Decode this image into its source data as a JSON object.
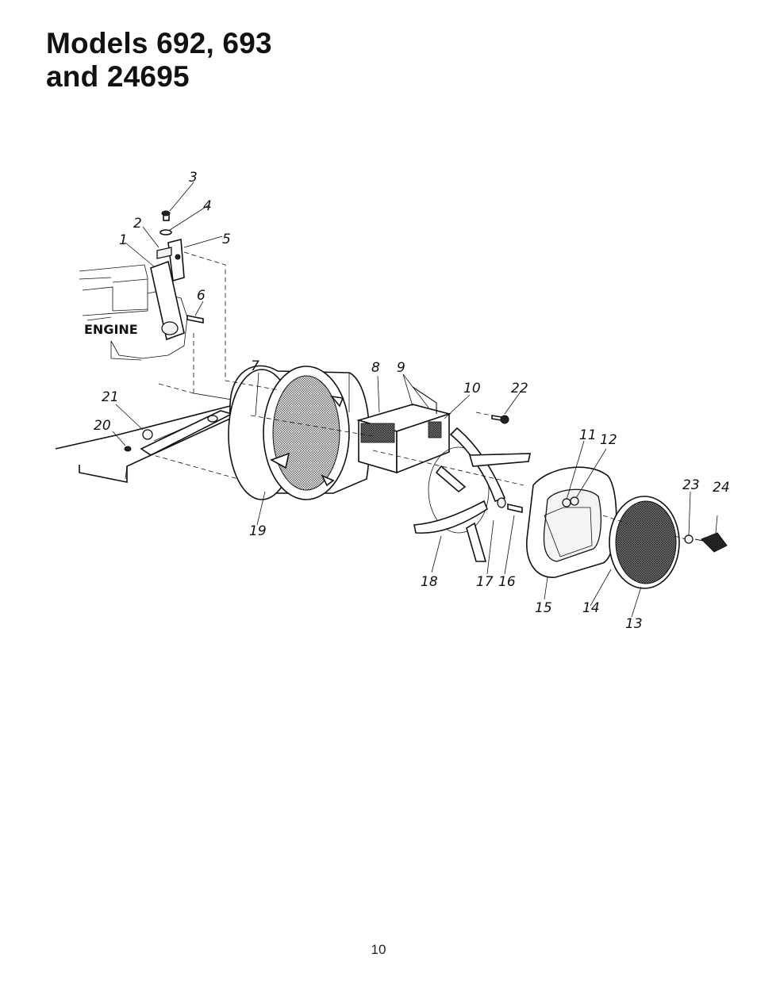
{
  "title": {
    "line1": "Models 692, 693",
    "line2": "and 24695"
  },
  "diagram": {
    "engine_label": "ENGINE",
    "callouts": [
      "1",
      "2",
      "3",
      "4",
      "5",
      "6",
      "7",
      "8",
      "9",
      "10",
      "11",
      "12",
      "13",
      "14",
      "15",
      "16",
      "17",
      "18",
      "19",
      "20",
      "21",
      "22",
      "23",
      "24"
    ]
  },
  "page_number": "10"
}
